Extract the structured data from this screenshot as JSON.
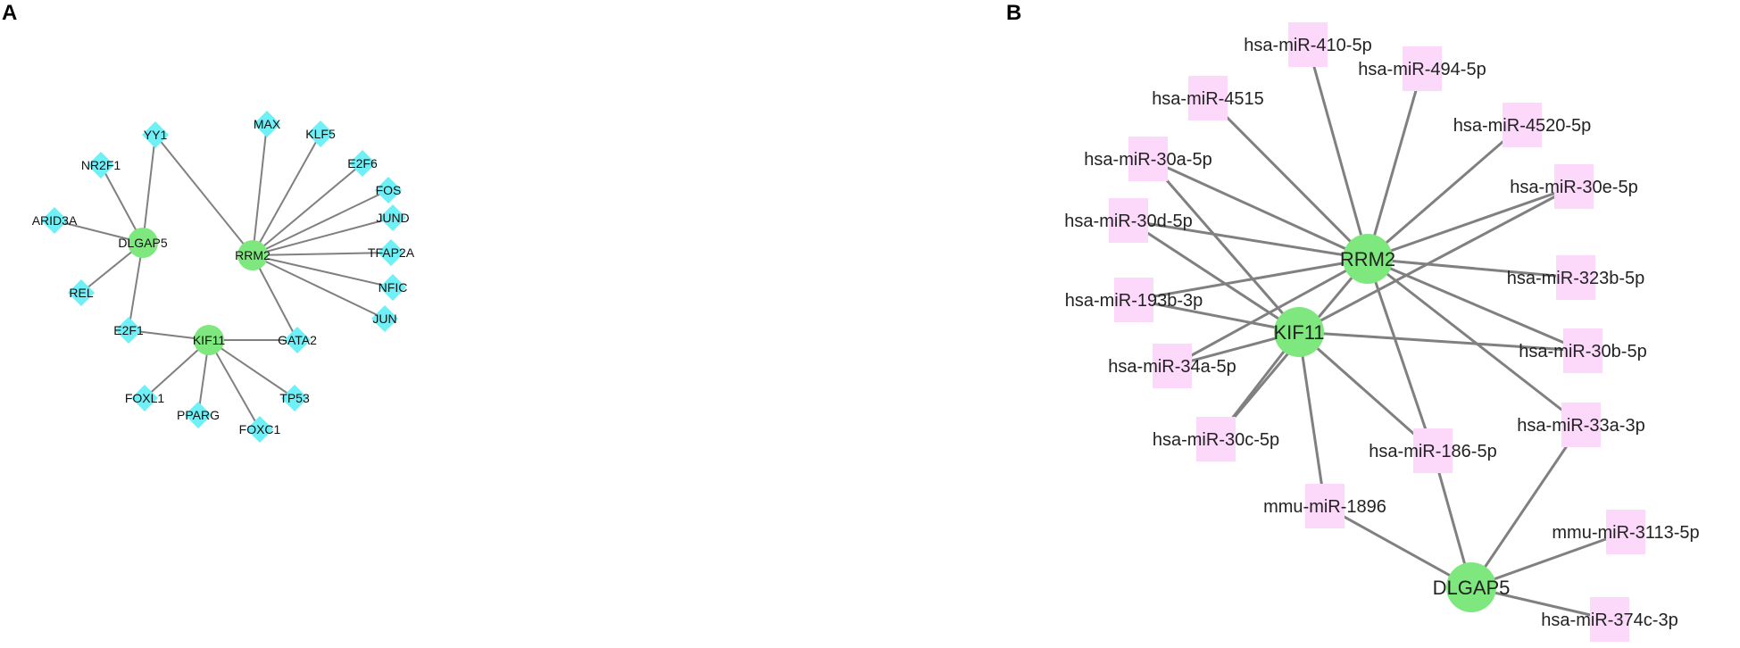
{
  "panel_a": {
    "label": "A",
    "genes": [
      {
        "id": "dlgap5",
        "label": "DLGAP5"
      },
      {
        "id": "rrm2",
        "label": "RRM2"
      },
      {
        "id": "kif11",
        "label": "KIF11"
      }
    ],
    "transcription_factors": [
      {
        "id": "yy1",
        "label": "YY1"
      },
      {
        "id": "nr2f1",
        "label": "NR2F1"
      },
      {
        "id": "arid3a",
        "label": "ARID3A"
      },
      {
        "id": "rel",
        "label": "REL"
      },
      {
        "id": "e2f1",
        "label": "E2F1"
      },
      {
        "id": "max",
        "label": "MAX"
      },
      {
        "id": "klf5",
        "label": "KLF5"
      },
      {
        "id": "e2f6",
        "label": "E2F6"
      },
      {
        "id": "fos",
        "label": "FOS"
      },
      {
        "id": "jund",
        "label": "JUND"
      },
      {
        "id": "tfap2a",
        "label": "TFAP2A"
      },
      {
        "id": "nfic",
        "label": "NFIC"
      },
      {
        "id": "jun",
        "label": "JUN"
      },
      {
        "id": "gata2",
        "label": "GATA2"
      },
      {
        "id": "foxl1",
        "label": "FOXL1"
      },
      {
        "id": "pparg",
        "label": "PPARG"
      },
      {
        "id": "foxc1",
        "label": "FOXC1"
      },
      {
        "id": "tp53",
        "label": "TP53"
      }
    ],
    "edges": [
      [
        "dlgap5",
        "yy1"
      ],
      [
        "dlgap5",
        "nr2f1"
      ],
      [
        "dlgap5",
        "arid3a"
      ],
      [
        "dlgap5",
        "rel"
      ],
      [
        "dlgap5",
        "e2f1"
      ],
      [
        "rrm2",
        "yy1"
      ],
      [
        "rrm2",
        "max"
      ],
      [
        "rrm2",
        "klf5"
      ],
      [
        "rrm2",
        "e2f6"
      ],
      [
        "rrm2",
        "fos"
      ],
      [
        "rrm2",
        "jund"
      ],
      [
        "rrm2",
        "tfap2a"
      ],
      [
        "rrm2",
        "nfic"
      ],
      [
        "rrm2",
        "jun"
      ],
      [
        "rrm2",
        "gata2"
      ],
      [
        "kif11",
        "e2f1"
      ],
      [
        "kif11",
        "gata2"
      ],
      [
        "kif11",
        "foxl1"
      ],
      [
        "kif11",
        "pparg"
      ],
      [
        "kif11",
        "foxc1"
      ],
      [
        "kif11",
        "tp53"
      ]
    ]
  },
  "panel_b": {
    "label": "B",
    "genes": [
      {
        "id": "rrm2",
        "label": "RRM2"
      },
      {
        "id": "kif11",
        "label": "KIF11"
      },
      {
        "id": "dlgap5",
        "label": "DLGAP5"
      }
    ],
    "mirnas": [
      {
        "id": "m410",
        "label": "hsa-miR-410-5p"
      },
      {
        "id": "m494",
        "label": "hsa-miR-494-5p"
      },
      {
        "id": "m4515",
        "label": "hsa-miR-4515"
      },
      {
        "id": "m4520",
        "label": "hsa-miR-4520-5p"
      },
      {
        "id": "m30a",
        "label": "hsa-miR-30a-5p"
      },
      {
        "id": "m30e",
        "label": "hsa-miR-30e-5p"
      },
      {
        "id": "m30d",
        "label": "hsa-miR-30d-5p"
      },
      {
        "id": "m323b",
        "label": "hsa-miR-323b-5p"
      },
      {
        "id": "m193b",
        "label": "hsa-miR-193b-3p"
      },
      {
        "id": "m30b",
        "label": "hsa-miR-30b-5p"
      },
      {
        "id": "m34a",
        "label": "hsa-miR-34a-5p"
      },
      {
        "id": "m33a",
        "label": "hsa-miR-33a-3p"
      },
      {
        "id": "m30c",
        "label": "hsa-miR-30c-5p"
      },
      {
        "id": "m186",
        "label": "hsa-miR-186-5p"
      },
      {
        "id": "mmu1896",
        "label": "mmu-miR-1896"
      },
      {
        "id": "mmu3113",
        "label": "mmu-miR-3113-5p"
      },
      {
        "id": "m374c",
        "label": "hsa-miR-374c-3p"
      }
    ],
    "edges": [
      [
        "rrm2",
        "m410"
      ],
      [
        "rrm2",
        "m494"
      ],
      [
        "rrm2",
        "m4515"
      ],
      [
        "rrm2",
        "m4520"
      ],
      [
        "rrm2",
        "m30a"
      ],
      [
        "rrm2",
        "m30e"
      ],
      [
        "rrm2",
        "m30d"
      ],
      [
        "rrm2",
        "m323b"
      ],
      [
        "rrm2",
        "m193b"
      ],
      [
        "rrm2",
        "m30b"
      ],
      [
        "rrm2",
        "m34a"
      ],
      [
        "rrm2",
        "m33a"
      ],
      [
        "rrm2",
        "m30c"
      ],
      [
        "rrm2",
        "m186"
      ],
      [
        "kif11",
        "m30a"
      ],
      [
        "kif11",
        "m30e"
      ],
      [
        "kif11",
        "m30d"
      ],
      [
        "kif11",
        "m193b"
      ],
      [
        "kif11",
        "m30b"
      ],
      [
        "kif11",
        "m34a"
      ],
      [
        "kif11",
        "m30c"
      ],
      [
        "kif11",
        "m186"
      ],
      [
        "kif11",
        "mmu1896"
      ],
      [
        "dlgap5",
        "m186"
      ],
      [
        "dlgap5",
        "mmu1896"
      ],
      [
        "dlgap5",
        "m33a"
      ],
      [
        "dlgap5",
        "mmu3113"
      ],
      [
        "dlgap5",
        "m374c"
      ]
    ]
  }
}
